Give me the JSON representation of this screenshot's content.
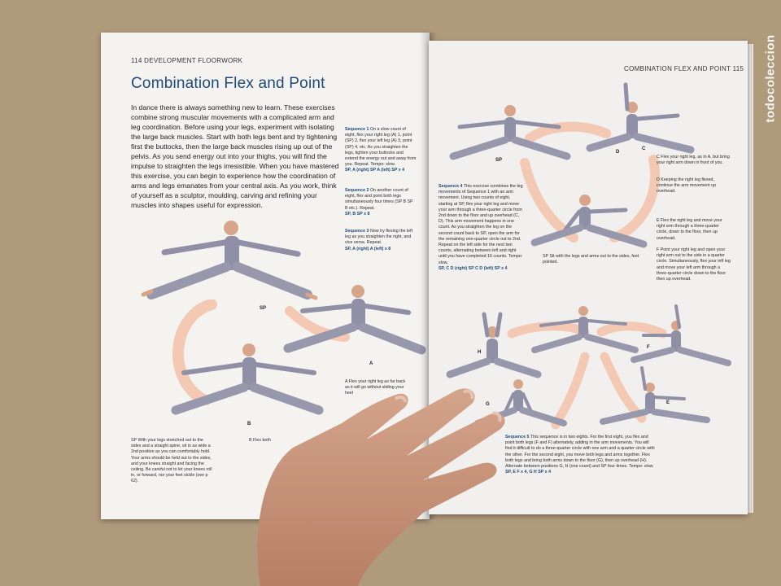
{
  "left_page": {
    "running_head": "114 DEVELOPMENT FLOORWORK",
    "title": "Combination Flex and Point",
    "intro": "In dance there is always something new to learn. These exercises combine strong muscular movements with a complicated arm and leg coordination. Before using your legs, experiment with isolating the large back muscles. Start with both legs bent and try tightening first the buttocks, then the large back muscles rising up out of the pelvis. As you send energy out into your thighs, you will find the impulse to straighten the legs irresistible. When you have mastered this exercise, you can begin to experience how the coordination of arms and legs emanates from your central axis. As you work, think of yourself as a sculptor, moulding, carving and refining your muscles into shapes useful for expression.",
    "sequences": [
      {
        "label": "Sequence 1",
        "text": "On a slow count of eight, flex your right leg (A) 1, point (SP) 2, flex your left leg (A) 3, point (SP) 4, etc. As you straighten the legs, tighten your buttocks and extend the energy out and away from you. Repeat. Tempo: slow.",
        "count": "SP, A (right) SP A (left) SP x 4"
      },
      {
        "label": "Sequence 2",
        "text": "On another count of eight, flex and point both legs simultaneously four times (SP B SP B etc.). Repeat.",
        "count": "SP, B SP x 8"
      },
      {
        "label": "Sequence 3",
        "text": "Now try flexing the left leg as you straighten the right, and vice versa. Repeat.",
        "count": "SP, A (right) A (left) x 8"
      }
    ],
    "figure_labels": [
      "SP",
      "A",
      "B"
    ],
    "captions": {
      "sp": "SP With your legs stretched out to the sides and a straight spine, sit in as wide a 2nd position as you can comfortably hold. Your arms should be held out to the sides, and your knees straight and facing the ceiling. Be careful not to let your knees roll in, or forward, nor your feet sickle (see p 62).",
      "b": "B Flex both",
      "a": "A Flex your right leg as far back as it will go without sliding your heel"
    }
  },
  "right_page": {
    "running_head": "COMBINATION FLEX AND POINT 115",
    "figure_labels": [
      "SP",
      "D",
      "C",
      "H",
      "F",
      "G",
      "E"
    ],
    "sequence4": {
      "label": "Sequence 4",
      "text": "This exercise combines the leg movements of Sequence 1 with an arm movement. Using two counts of eight, starting at SP, flex your right leg and move your arm through a three-quarter circle from 2nd down to the floor and up overhead (C, D). This arm movement happens in one count. As you straighten the leg on the second count back to SP, open the arm for the remaining one-quarter circle out to 2nd. Repeat on the left side for the next two counts, alternating between left and right until you have completed 16 counts. Tempo: slow.",
      "count": "SP, C D (right) SP C D (left) SP x 4"
    },
    "sequence5": {
      "label": "Sequence 5",
      "text": "This sequence is in two eights. For the first eight, you flex and point both legs (F and F) alternately, adding in the arm movements. You will find it difficult to do a three-quarter circle with one arm and a quarter circle with the other. For the second eight, you move both legs and arms together. Flex both legs and bring both arms down to the floor (G), then up overhead (H). Alternate between positions G, H (one count) and SP four times. Tempo: slow.",
      "count": "SP, E F x 4, G H SP x 4"
    },
    "captions": {
      "sp": "SP Sit with the legs and arms out to the sides, feet pointed.",
      "c": "C Flex your right leg, as in A, but bring your right arm down in front of you.",
      "d": "D Keeping the right leg flexed, continue the arm movement up overhead.",
      "e": "E Flex the right leg and move your right arm through a three-quarter circle, down to the floor, then up overhead.",
      "f": "F Point your right leg and open your right arm out to the side in a quarter circle. Simultaneously, flex your left leg and move your left arm through a three-quarter circle down to the floor then up overhead."
    }
  },
  "watermark": "todocoleccion",
  "colors": {
    "title_blue": "#1f4a7a",
    "arrow_peach": "#f3c9b4",
    "leotard": "#8f8fa6",
    "skin": "#d9a58a"
  }
}
